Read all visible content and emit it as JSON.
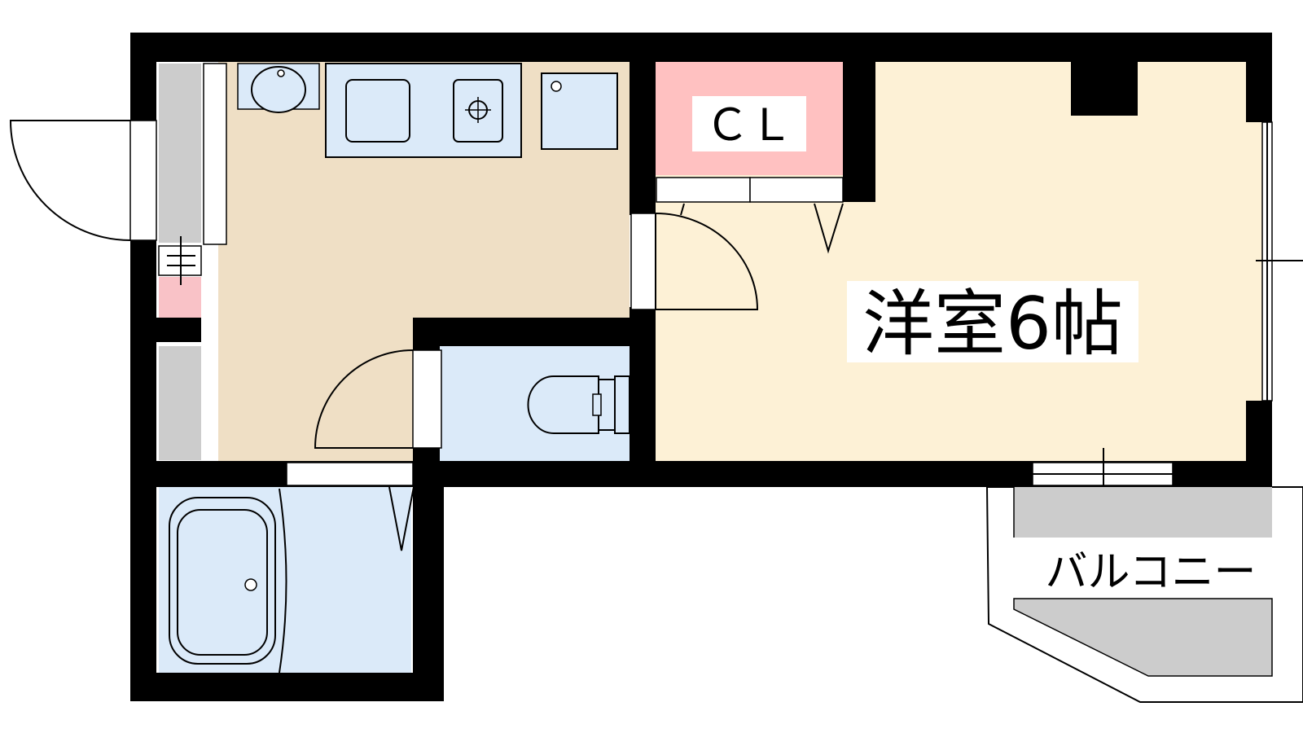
{
  "rooms": {
    "western_room": {
      "label": "洋室6帖",
      "color": "#fdf1d6"
    },
    "closet": {
      "label": "ＣＬ",
      "color": "#ffc1c1"
    },
    "balcony": {
      "label": "バルコニー",
      "color": "#cccccc"
    },
    "kitchen": {
      "color": "#efdfc5"
    },
    "toilet": {
      "color": "#dbeaf9"
    },
    "bath": {
      "color": "#dbeaf9"
    },
    "meter_box": {
      "color": "#f9c2c7"
    },
    "shoe_cabinet": {
      "color": "#cccccc"
    }
  },
  "wall_color": "#000000",
  "background": "#ffffff"
}
